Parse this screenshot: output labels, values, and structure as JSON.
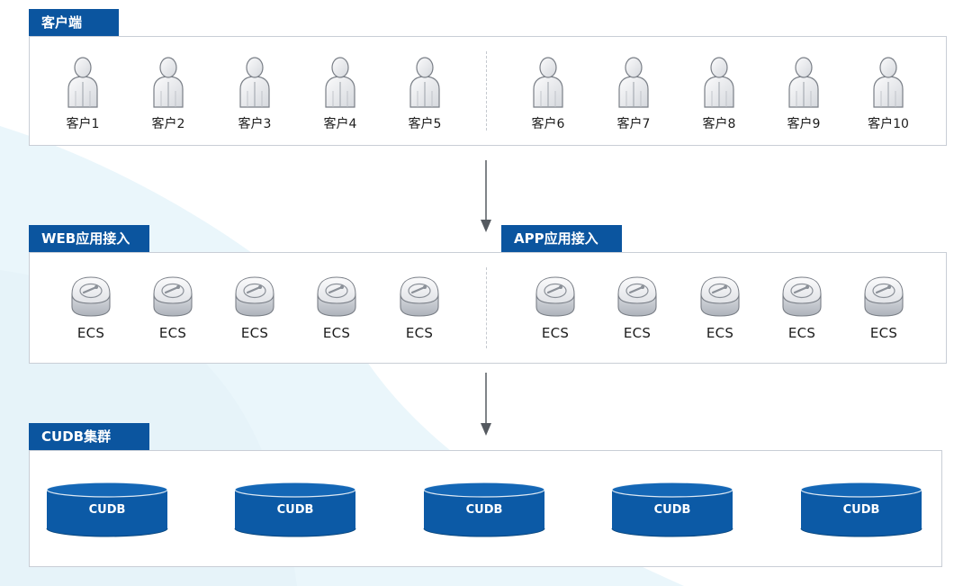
{
  "sections": {
    "client": {
      "title": "客户端"
    },
    "web": {
      "title": "WEB应用接入"
    },
    "app": {
      "title": "APP应用接入"
    },
    "cudb": {
      "title": "CUDB集群"
    }
  },
  "clients": [
    "客户1",
    "客户2",
    "客户3",
    "客户4",
    "客户5",
    "客户6",
    "客户7",
    "客户8",
    "客户9",
    "客户10"
  ],
  "web_nodes": [
    "ECS",
    "ECS",
    "ECS",
    "ECS",
    "ECS"
  ],
  "app_nodes": [
    "ECS",
    "ECS",
    "ECS",
    "ECS",
    "ECS"
  ],
  "cudb_nodes": [
    "CUDB",
    "CUDB",
    "CUDB",
    "CUDB",
    "CUDB"
  ],
  "colors": {
    "brand_blue": "#0b559f",
    "db_blue": "#0c5aa6",
    "panel_border": "#c9ced6",
    "swoosh": "#e9f6fb"
  },
  "icons": {
    "client": "user-icon",
    "ecs": "server-icon",
    "cudb": "database-icon",
    "arrow": "arrow-down-icon"
  }
}
